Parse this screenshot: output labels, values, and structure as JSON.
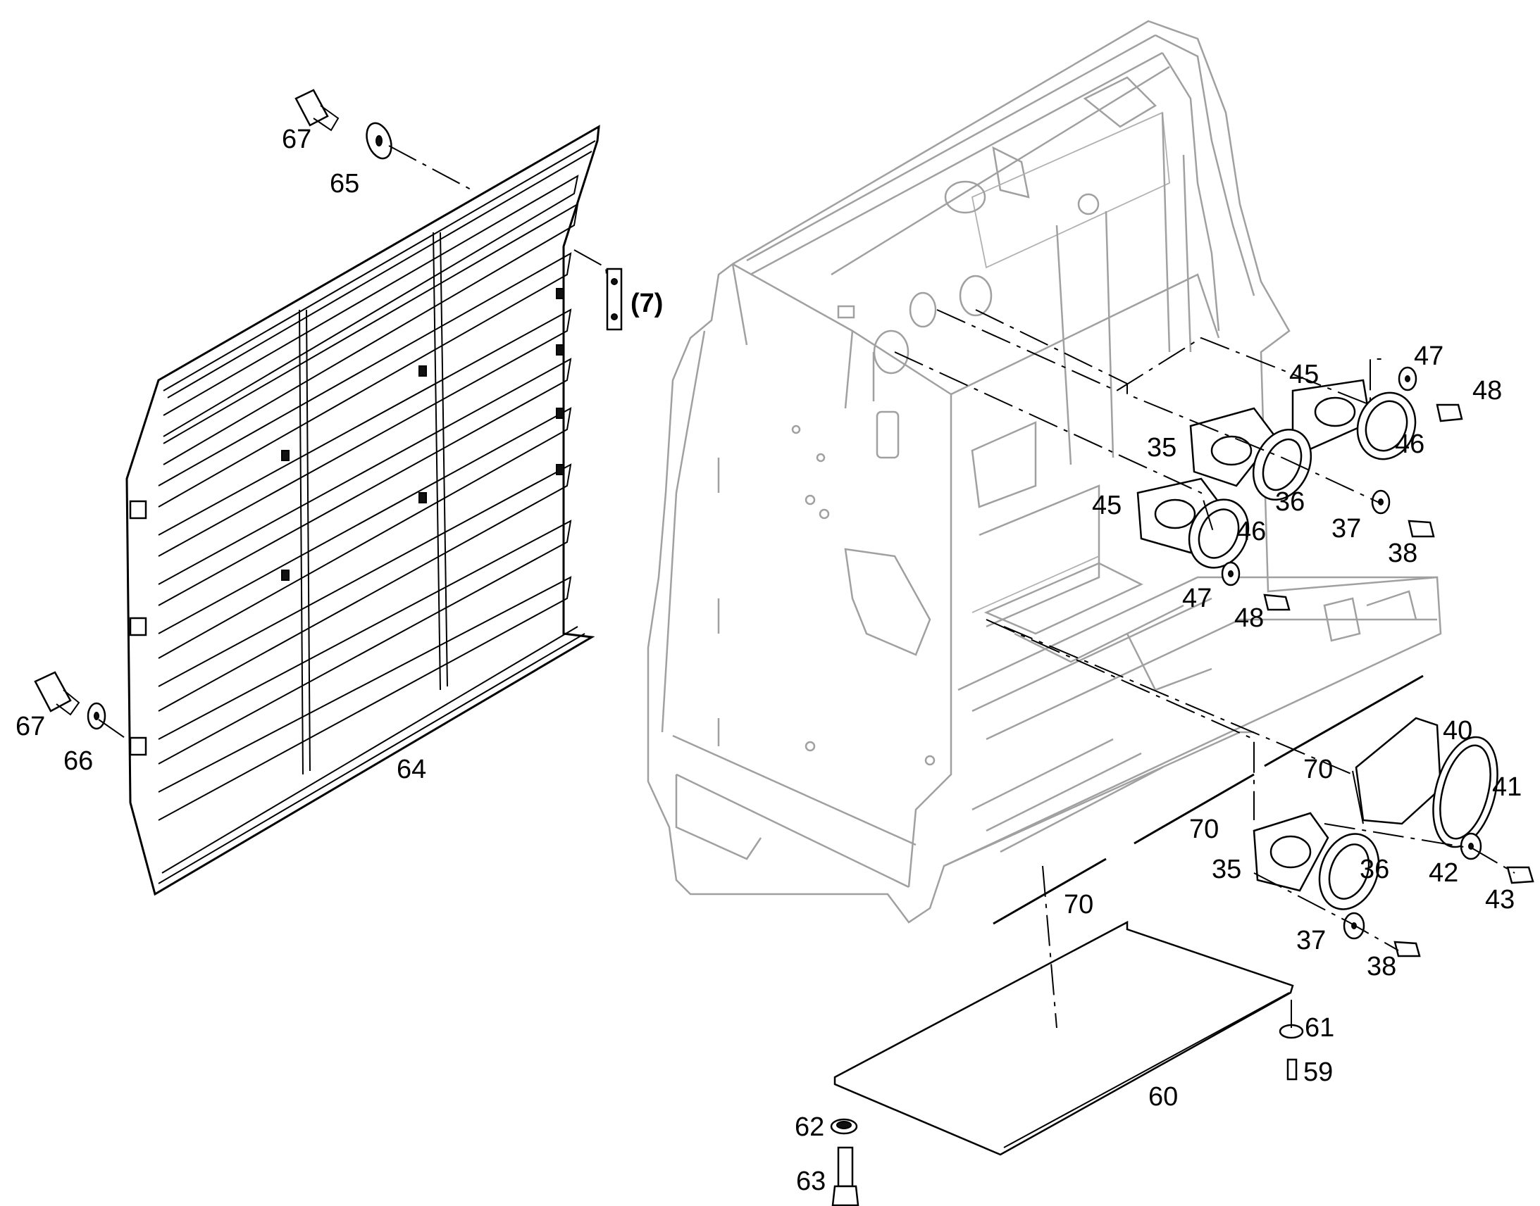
{
  "diagram": {
    "callouts": {
      "c67a": "67",
      "c65": "65",
      "c7": "(7)",
      "c67b": "67",
      "c66": "66",
      "c64": "64",
      "c47a": "47",
      "c45a": "45",
      "c48a": "48",
      "c35a": "35",
      "c46a": "46",
      "c45b": "45",
      "c36a": "36",
      "c37a": "37",
      "c38a": "38",
      "c46b": "46",
      "c47b": "47",
      "c48b": "48",
      "c40": "40",
      "c70a": "70",
      "c41": "41",
      "c70b": "70",
      "c35b": "35",
      "c36b": "36",
      "c42": "42",
      "c43": "43",
      "c70c": "70",
      "c37b": "37",
      "c38b": "38",
      "c61": "61",
      "c59": "59",
      "c60": "60",
      "c62": "62",
      "c63": "63"
    }
  }
}
